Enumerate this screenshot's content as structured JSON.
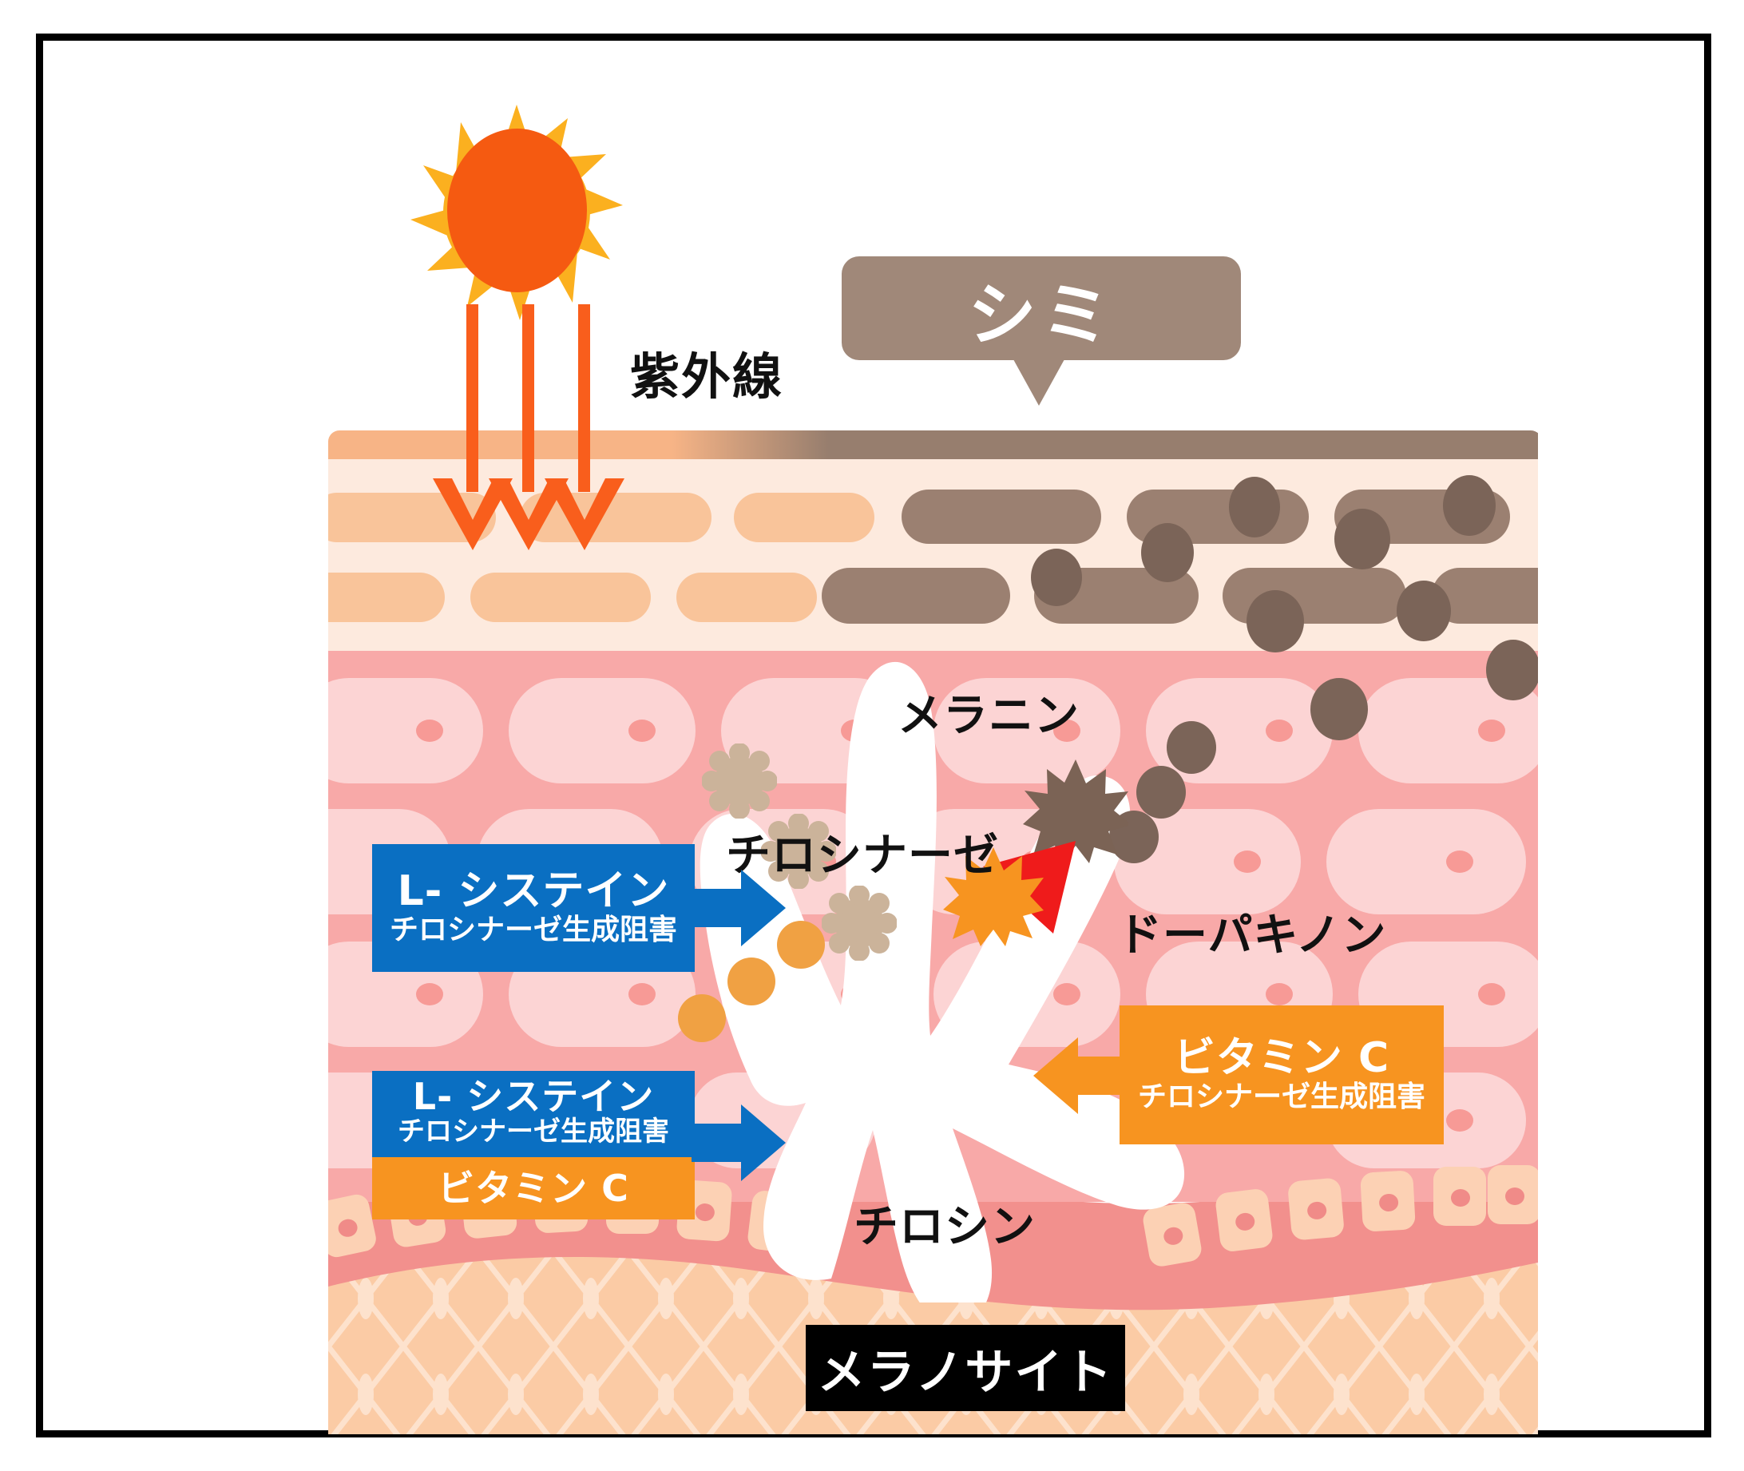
{
  "diagram": {
    "title_callout": "シミ",
    "uv_label": "紫外線",
    "melanocyte_plate": "メラノサイト",
    "labels": {
      "melanin": "メラニン",
      "tyrosinase": "チロシナーゼ",
      "dopaquinone": "ドーパキノン",
      "tyrosine": "チロシン"
    },
    "boxes": {
      "lcysteine_top": {
        "line1": "L- システイン",
        "line2": "チロシナーゼ生成阻害",
        "color": "#0a6fc2"
      },
      "lcysteine_bottom": {
        "line1": "L- システイン",
        "line2": "チロシナーゼ生成阻害",
        "line3": "ビタミン C",
        "color_top": "#0a6fc2",
        "color_bottom": "#f79420"
      },
      "vitaminc_right": {
        "line1": "ビタミン C",
        "line2": "チロシナーゼ生成阻害",
        "color": "#f79420"
      }
    },
    "icons": {
      "sun": "sun-icon",
      "uv_arrows": "uv-ray-arrow-icon",
      "callout_tail": "callout-tail-icon",
      "blue_arrow": "blue-right-arrow-icon",
      "orange_arrow": "orange-left-arrow-icon",
      "red_arrow": "red-reaction-arrow-icon"
    },
    "colors": {
      "sun_core": "#f55a11",
      "sun_rays": "#fbb01f",
      "uv_ray": "#f95e1c",
      "callout_brown": "#a08879",
      "melanin_brown": "#7b6458",
      "tyrosinase_tan": "#cbb39a",
      "tyrosine_orange": "#f0a143",
      "dopaquinone_brown": "#7b6355",
      "reaction_red": "#ef1b1b",
      "stratum_corneum": "#f7b486",
      "epidermis": "#fdeade",
      "dermis": "#f8a9a8",
      "basal": "#f2908d",
      "subcutis": "#fbcba5",
      "frame": "#000000"
    }
  }
}
